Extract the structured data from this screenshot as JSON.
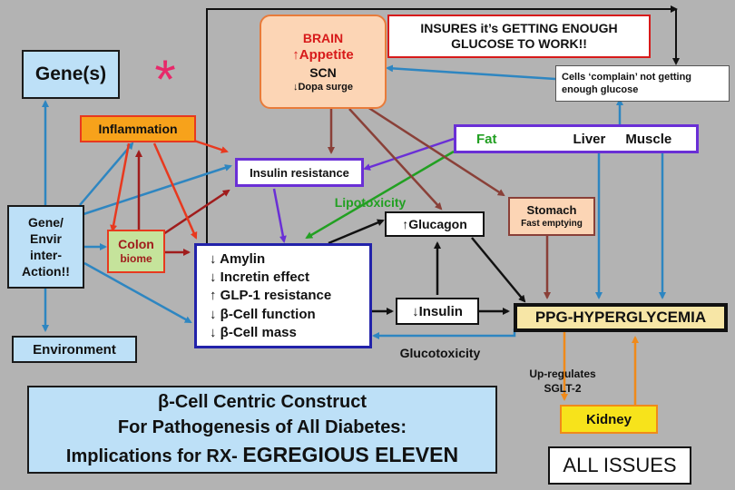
{
  "nodes": {
    "brain": {
      "title": "BRAIN",
      "appetite": "↑Appetite",
      "scn": "SCN",
      "dopa": "↓Dopa surge"
    },
    "insures": {
      "line1": "INSURES it’s GETTING ENOUGH",
      "line2": "GLUCOSE TO WORK!!"
    },
    "cells_complain": {
      "line1": "Cells ‘complain’ not getting",
      "line2": "enough glucose"
    },
    "genes": {
      "label": "Gene(s)"
    },
    "asterisk": {
      "label": "*"
    },
    "inflammation": {
      "label": "Inflammation"
    },
    "insulin_resistance": {
      "label": "Insulin resistance"
    },
    "fat_liver_muscle": {
      "fat": "Fat",
      "liver": "Liver",
      "muscle": "Muscle"
    },
    "gene_envir": {
      "line1": "Gene/",
      "line2": "Envir",
      "line3": "inter-",
      "line4": "Action!!"
    },
    "colon": {
      "line1": "Colon",
      "line2": "biome"
    },
    "lipotoxicity": {
      "label": "Lipotoxicity"
    },
    "glucagon": {
      "label": "↑Glucagon"
    },
    "stomach": {
      "line1": "Stomach",
      "line2": "Fast emptying"
    },
    "defects": {
      "items": [
        "↓ Amylin",
        "↓ Incretin effect",
        "↑ GLP-1 resistance",
        "↓ β-Cell function",
        "↓ β-Cell mass"
      ]
    },
    "insulin": {
      "label": "↓Insulin"
    },
    "ppg": {
      "label": "PPG-HYPERGLYCEMIA"
    },
    "environment": {
      "label": "Environment"
    },
    "glucotoxicity": {
      "label": "Glucotoxicity"
    },
    "sglt2": {
      "line1": "Up-regulates",
      "line2": "SGLT-2"
    },
    "kidney": {
      "label": "Kidney"
    },
    "title_box": {
      "line1": "β-Cell Centric Construct",
      "line2": "For Pathogenesis of All Diabetes:",
      "line3_a": "Implications for RX- ",
      "line3_b": "EGREGIOUS ELEVEN"
    },
    "all_issues": {
      "label": "ALL ISSUES"
    }
  },
  "colors": {
    "background": "#b3b3b3",
    "blue_arrow": "#2e86c1",
    "red_arrow": "#e8391f",
    "darkred_arrow": "#a01c1c",
    "brown_arrow": "#8a4038",
    "green_arrow": "#22a022",
    "purple_border": "#6a2fd6",
    "navy_border": "#1a1a8c",
    "orange_arrow": "#f08a1a"
  }
}
